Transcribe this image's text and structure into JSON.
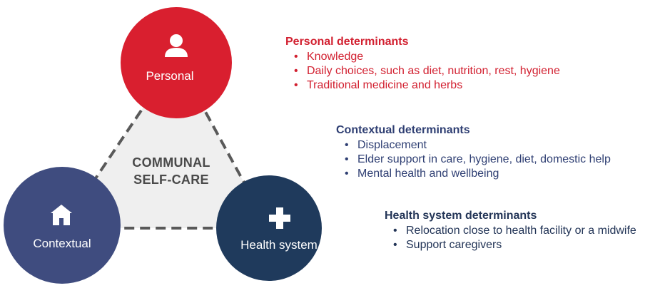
{
  "diagram": {
    "center_label_line1": "COMMUNAL",
    "center_label_line2": "SELF-CARE",
    "nodes": [
      {
        "id": "personal",
        "label": "Personal",
        "icon": "person-icon",
        "color": "#d91f2f"
      },
      {
        "id": "contextual",
        "label": "Contextual",
        "icon": "home-icon",
        "color": "#3f4c7f"
      },
      {
        "id": "health",
        "label": "Health system",
        "icon": "plus-icon",
        "color": "#1f3a5c"
      }
    ],
    "triangle_fill": "#efefef",
    "dash_color": "#595959"
  },
  "determinants": {
    "personal": {
      "title": "Personal determinants",
      "color": "#d22030",
      "items": [
        "Knowledge",
        "Daily choices, such as diet, nutrition, rest, hygiene",
        "Traditional medicine and herbs"
      ]
    },
    "contextual": {
      "title": "Contextual determinants",
      "color": "#2f3f73",
      "items": [
        "Displacement",
        "Elder support in care, hygiene, diet, domestic help",
        "Mental health and wellbeing"
      ]
    },
    "health": {
      "title": "Health system determinants",
      "color": "#233557",
      "items": [
        "Relocation close to health facility or a midwife",
        "Support caregivers"
      ]
    }
  }
}
